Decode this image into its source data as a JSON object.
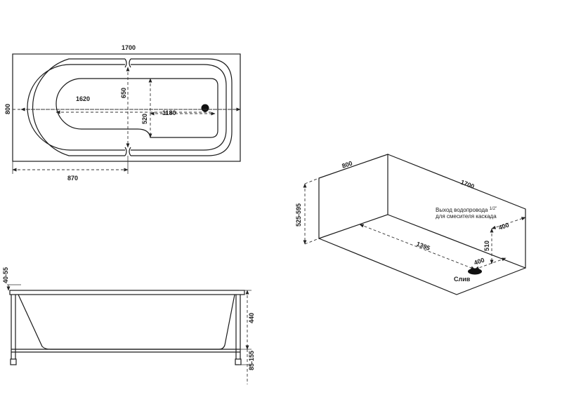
{
  "top_view": {
    "length": "1700",
    "width": "800",
    "inner_length": "1620",
    "backrest_width": "650",
    "seat_length": "1180",
    "seat_width": "520",
    "offset": "870"
  },
  "side_view": {
    "rim": "40-55",
    "depth": "440",
    "legs": "85-155"
  },
  "install_view": {
    "width": "800",
    "length": "1700",
    "height": "525-595",
    "drain_distance": "1395",
    "drain_offset": "400",
    "supply_offset": "400",
    "supply_height": "510",
    "supply_note_line1": "Выход водопровода ",
    "supply_note_fraction": "1/2\"",
    "supply_note_line2": "для смесителя каскада",
    "drain_label": "Слив"
  }
}
